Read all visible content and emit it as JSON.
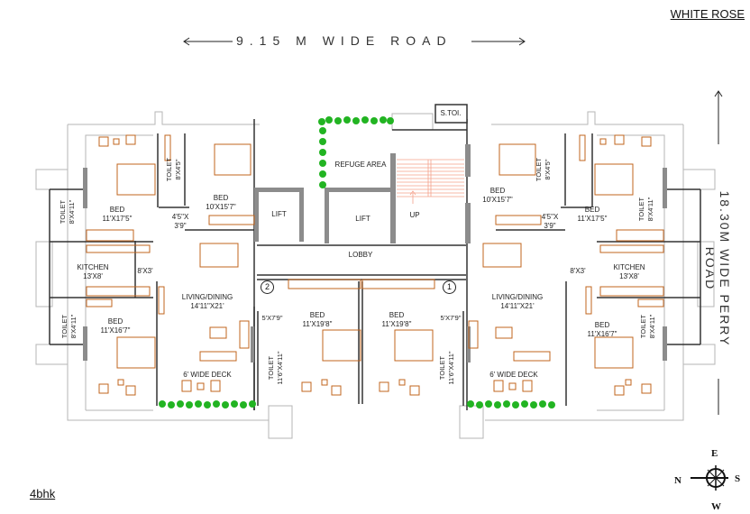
{
  "header": {
    "project_title": "WHITE ROSE",
    "top_road_label": "9.15 M WIDE ROAD",
    "right_road_label": "18.30M WIDE PERRY ROAD"
  },
  "footer": {
    "plan_type": "4bhk"
  },
  "compass": {
    "north": "N",
    "east": "E",
    "south": "S",
    "west": "W"
  },
  "core": {
    "refuge_area": "REFUGE AREA",
    "service_toilet": "S.TOI.",
    "lift_1": "LIFT",
    "lift_2": "LIFT",
    "stair_direction": "UP",
    "lobby": "LOBBY"
  },
  "flats": [
    {
      "number": "2",
      "side": "left",
      "rooms": {
        "bed_top_left": {
          "name": "BED",
          "size": "11'X17'5\""
        },
        "bed_top_right": {
          "name": "BED",
          "size": "10'X15'7\""
        },
        "toilet_top": {
          "name": "TOILET",
          "size": "8'X4'5\""
        },
        "toilet_left_top": {
          "name": "TOILET",
          "size": "8'X4'11\""
        },
        "passage": {
          "size_line1": "4'5\"X",
          "size_line2": "3'9\""
        },
        "kitchen": {
          "name": "KITCHEN",
          "size": "13'X8'"
        },
        "utility": {
          "size": "8'X3'"
        },
        "living_dining": {
          "name": "LIVING/DINING",
          "size": "14'11\"X21'"
        },
        "bed_bottom_left": {
          "name": "BED",
          "size": "11'X16'7\""
        },
        "toilet_left_bottom": {
          "name": "TOILET",
          "size": "8'X4'11\""
        },
        "bed_center": {
          "name": "BED",
          "size": "11'X19'8\""
        },
        "dress": {
          "size": "5'X7'9\""
        },
        "toilet_center": {
          "name": "TOILET",
          "size": "11'6\"X4'11\""
        },
        "deck": {
          "name": "6' WIDE DECK"
        }
      }
    },
    {
      "number": "1",
      "side": "right",
      "rooms": {
        "bed_top_left": {
          "name": "BED",
          "size": "10'X15'7\""
        },
        "bed_top_right": {
          "name": "BED",
          "size": "11'X17'5\""
        },
        "toilet_top": {
          "name": "TOILET",
          "size": "8'X4'5\""
        },
        "toilet_right_top": {
          "name": "TOILET",
          "size": "8'X4'11\""
        },
        "passage": {
          "size_line1": "4'5\"X",
          "size_line2": "3'9\""
        },
        "kitchen": {
          "name": "KITCHEN",
          "size": "13'X8'"
        },
        "utility": {
          "size": "8'X3'"
        },
        "living_dining": {
          "name": "LIVING/DINING",
          "size": "14'11\"X21'"
        },
        "bed_bottom_right": {
          "name": "BED",
          "size": "11'X16'7\""
        },
        "toilet_right_bottom": {
          "name": "TOILET",
          "size": "8'X4'11\""
        },
        "bed_center": {
          "name": "BED",
          "size": "11'X19'8\""
        },
        "dress": {
          "size": "5'X7'9\""
        },
        "toilet_center": {
          "name": "TOILET",
          "size": "11'6\"X4'11\""
        },
        "deck": {
          "name": "6' WIDE DECK"
        }
      }
    }
  ],
  "colors": {
    "wall": "#333333",
    "thick_wall": "#8c8c8c",
    "outline": "#b5b5b5",
    "furniture": "#c0641e",
    "stair": "#f4a08a",
    "plant": "#22b422"
  }
}
